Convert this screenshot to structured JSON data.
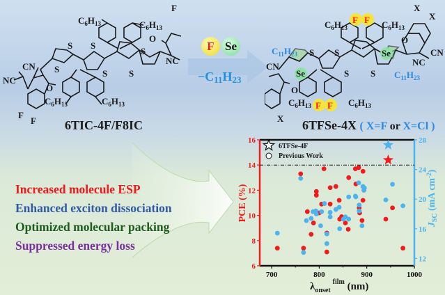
{
  "left_molecule": {
    "name": "6TIC-4F/F8IC",
    "substituents": [
      "C6H13",
      "C6H13",
      "C6H13",
      "C6H13"
    ],
    "atoms": {
      "sulfur": "S",
      "fluorine": "F",
      "oxygen": "O",
      "cyano": "CN",
      "nitrile_left": "NC"
    }
  },
  "transformation": {
    "badges": [
      {
        "label": "F",
        "color": "#ff1a1a",
        "bg": "#f5e53a"
      },
      {
        "label": "Se",
        "color": "#111111",
        "bg": "#8fe0a8"
      }
    ],
    "removed_chain_prefix": "−C",
    "removed_chain_c": "11",
    "removed_chain_h": "H",
    "removed_chain_h_count": "23"
  },
  "right_molecule": {
    "name": "6TFSe-4X",
    "note_open": "(",
    "note_x1": "X=F",
    "note_or": "or",
    "note_x2": "X=Cl",
    "note_close": ")",
    "side_chain": "C11H23",
    "atoms": {
      "selenium": "Se",
      "fluorine": "F",
      "halogen": "X",
      "sulfur": "S",
      "oxygen": "O",
      "cyano": "CN",
      "nitrile_left": "NC"
    }
  },
  "features": [
    {
      "text": "Increased molecule ESP",
      "color": "#f01818"
    },
    {
      "text": "Enhanced exciton dissociation",
      "color": "#2f5aa8"
    },
    {
      "text": "Optimized molecular packing",
      "color": "#1f5a1f"
    },
    {
      "text": "Suppressed energy loss",
      "color": "#7a2fa0"
    }
  ],
  "chart_data": {
    "type": "scatter",
    "title": "",
    "xlabel": "λ onset film (nm)",
    "xlabel_main": "λ",
    "xlabel_sub": "onset",
    "xlabel_sup": "film",
    "xlabel_unit": " (nm)",
    "ylabel_left": "PCE (%)",
    "ylabel_right_main": "J",
    "ylabel_right_sub": "SC",
    "ylabel_right_unit": " (mA cm",
    "ylabel_right_sup": "-2",
    "ylabel_right_close": ")",
    "xlim": [
      675,
      1000
    ],
    "ylim_left": [
      6,
      16
    ],
    "ylim_right": [
      11,
      28
    ],
    "xticks": [
      700,
      800,
      900,
      1000
    ],
    "yticks_left": [
      6,
      8,
      10,
      12,
      14,
      16
    ],
    "yticks_right": [
      12,
      16,
      20,
      24,
      28
    ],
    "reference_line_pce": 14,
    "grid": false,
    "legend_position": "top-left",
    "legend": [
      {
        "label": "6TFSe-4F",
        "marker": "star"
      },
      {
        "label": "Previous Work",
        "marker": "circle"
      }
    ],
    "colors": {
      "pce": "#ee1c1c",
      "jsc": "#4db3ee"
    },
    "series": [
      {
        "name": "PCE (Previous Work)",
        "axis": "left",
        "marker": "circle",
        "points": [
          [
            712,
            7.4
          ],
          [
            761,
            13.3
          ],
          [
            767,
            7.4
          ],
          [
            775,
            10.3
          ],
          [
            783,
            8.5
          ],
          [
            788,
            9.4
          ],
          [
            794,
            11.9
          ],
          [
            794,
            11.6
          ],
          [
            800,
            10.2
          ],
          [
            805,
            10.9
          ],
          [
            810,
            13.7
          ],
          [
            816,
            8.6
          ],
          [
            816,
            7.1
          ],
          [
            823,
            12.2
          ],
          [
            823,
            10.9
          ],
          [
            835,
            12.3
          ],
          [
            842,
            11.2
          ],
          [
            843,
            9.7
          ],
          [
            847,
            9.9
          ],
          [
            855,
            9.4
          ],
          [
            861,
            8.9
          ],
          [
            862,
            13.0
          ],
          [
            876,
            13.7
          ],
          [
            877,
            12.5
          ],
          [
            883,
            13.8
          ],
          [
            884,
            10.6
          ],
          [
            885,
            10.2
          ],
          [
            890,
            9.6
          ],
          [
            892,
            13.5
          ],
          [
            892,
            11.2
          ],
          [
            894,
            12.0
          ],
          [
            940,
            9.7
          ],
          [
            954,
            10.6
          ],
          [
            976,
            7.4
          ]
        ]
      },
      {
        "name": "Jsc (Previous Work)",
        "axis": "right",
        "marker": "circle",
        "points": [
          [
            712,
            15.4
          ],
          [
            761,
            22.8
          ],
          [
            767,
            12.8
          ],
          [
            773,
            17.1
          ],
          [
            783,
            17.4
          ],
          [
            787,
            18.3
          ],
          [
            793,
            18.4
          ],
          [
            794,
            18.0
          ],
          [
            803,
            16.4
          ],
          [
            805,
            18.3
          ],
          [
            811,
            19.4
          ],
          [
            816,
            15.3
          ],
          [
            816,
            14.0
          ],
          [
            823,
            18.2
          ],
          [
            823,
            17.6
          ],
          [
            835,
            18.6
          ],
          [
            842,
            18.9
          ],
          [
            843,
            16.0
          ],
          [
            851,
            17.3
          ],
          [
            855,
            17.6
          ],
          [
            862,
            17.3
          ],
          [
            862,
            20.3
          ],
          [
            876,
            20.4
          ],
          [
            877,
            20.3
          ],
          [
            883,
            22.2
          ],
          [
            884,
            19.2
          ],
          [
            884,
            18.4
          ],
          [
            890,
            16.4
          ],
          [
            892,
            21.7
          ],
          [
            894,
            21.2
          ],
          [
            895,
            21.5
          ],
          [
            940,
            19.9
          ],
          [
            954,
            22.0
          ],
          [
            976,
            19.1
          ]
        ]
      },
      {
        "name": "PCE (6TFSe-4F)",
        "axis": "left",
        "marker": "star",
        "points": [
          [
            945,
            14.4
          ]
        ]
      },
      {
        "name": "Jsc (6TFSe-4F)",
        "axis": "right",
        "marker": "star",
        "points": [
          [
            945,
            27.3
          ]
        ]
      }
    ]
  }
}
